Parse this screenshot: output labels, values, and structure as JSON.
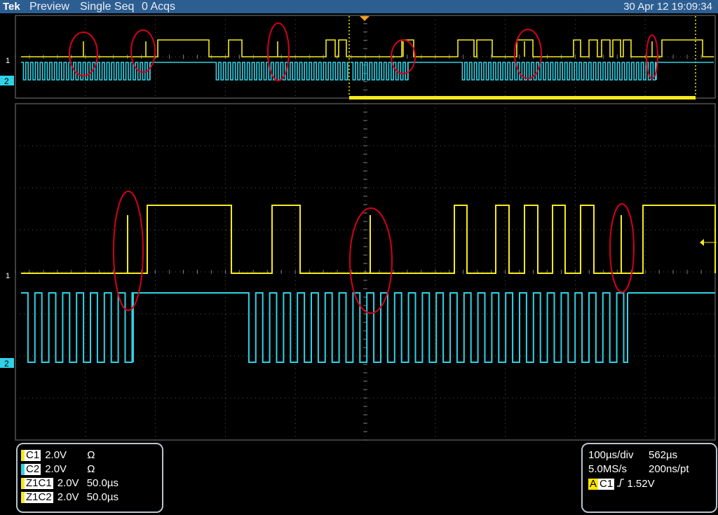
{
  "header": {
    "brand": "Tek",
    "state": "Preview",
    "acq_mode": "Single Seq",
    "acq_count": "0 Acqs",
    "datetime": "30 Apr 12 19:09:34"
  },
  "markers": {
    "ch1": "1",
    "ch2": "2"
  },
  "colors": {
    "ch1": "#f5ea1e",
    "ch2": "#2fd2e6",
    "annotation": "#d3001a",
    "grid": "#5a5a5a",
    "header_bg": "#2d5e92"
  },
  "channels": [
    {
      "id": "C1",
      "scale": "2.0V",
      "extra": "Ω",
      "color": "#f5ea1e"
    },
    {
      "id": "C2",
      "scale": "2.0V",
      "extra": "Ω",
      "color": "#2fd2e6"
    },
    {
      "id": "Z1C1",
      "scale": "2.0V",
      "extra": "50.0µs",
      "color": "#f5ea1e"
    },
    {
      "id": "Z1C2",
      "scale": "2.0V",
      "extra": "50.0µs",
      "color": "#f5ea1e"
    }
  ],
  "timebase": {
    "scale": "100µs/div",
    "position": "562µs",
    "sample_rate": "5.0MS/s",
    "resolution": "200ns/pt",
    "trigger_label": "A",
    "trigger_source": "C1",
    "trigger_slope_icon": "rising-edge-icon",
    "trigger_level": "1.52V"
  }
}
